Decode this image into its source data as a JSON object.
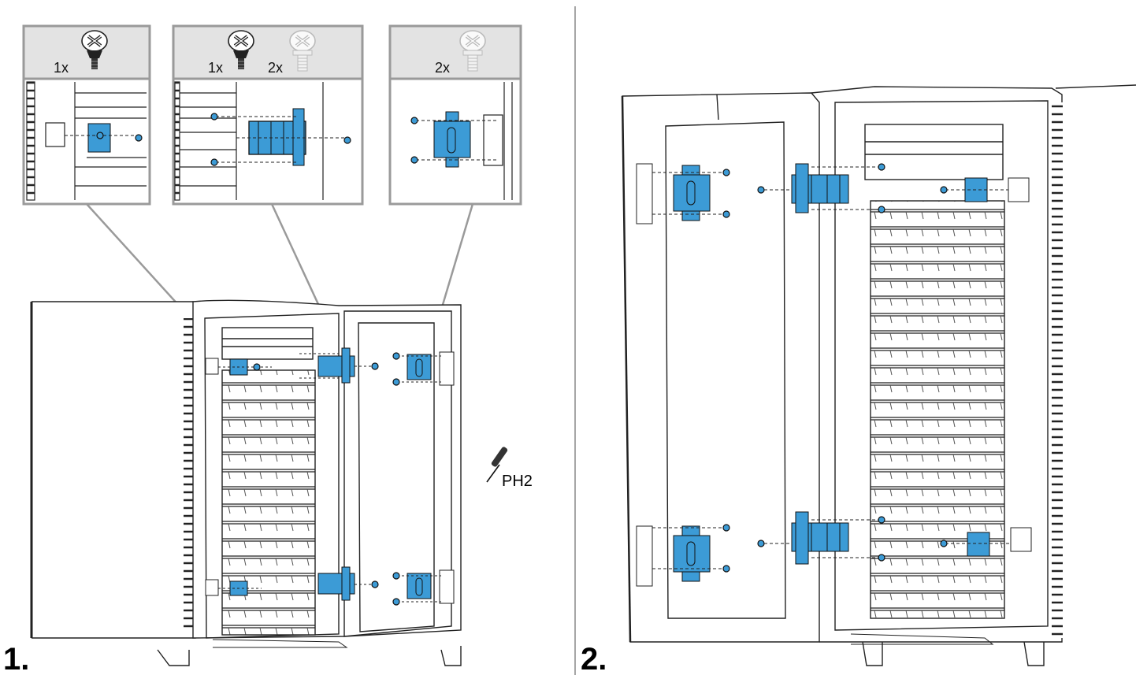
{
  "steps": {
    "step1": "1.",
    "step2": "2."
  },
  "callouts": [
    {
      "screws": [
        {
          "count": "1x",
          "type": "flat-head-black"
        }
      ]
    },
    {
      "screws": [
        {
          "count": "1x",
          "type": "flat-head-black"
        },
        {
          "count": "2x",
          "type": "pan-head-silver"
        }
      ]
    },
    {
      "screws": [
        {
          "count": "2x",
          "type": "pan-head-silver"
        }
      ]
    }
  ],
  "tool": {
    "label": "PH2",
    "icon": "screwdriver-icon"
  },
  "colors": {
    "accent": "#3c9bd6",
    "line": "#222222",
    "panel_border": "#9a9a9a",
    "header_bg": "#e3e3e3"
  }
}
